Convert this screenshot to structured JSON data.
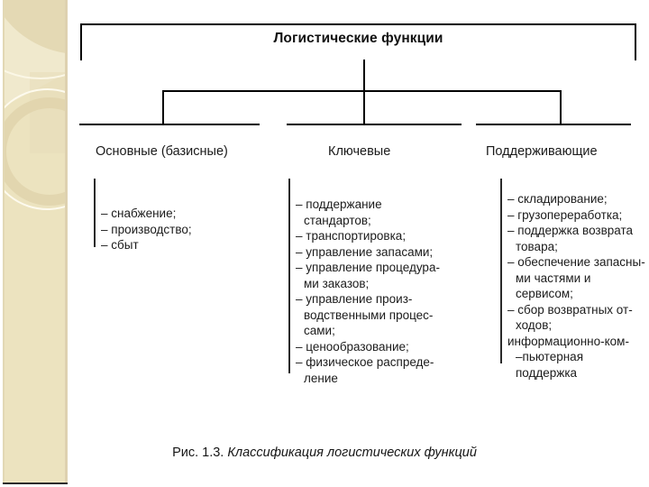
{
  "slide": {
    "background_color": "#ffffff",
    "sidebar": {
      "color": "#ece3bf",
      "accent_color": "#e4d9b4",
      "highlight_color": "#fbf7e6",
      "decor": [
        "disc-arc-top",
        "thin-white-arc",
        "thick-tan-ring",
        "diagonal-wedge"
      ]
    }
  },
  "diagram": {
    "title": "Логистические функции",
    "columns": [
      {
        "header": "Основные (базисные)",
        "items": [
          "– снабжение;",
          "– производство;",
          "– сбыт"
        ]
      },
      {
        "header": "Ключевые",
        "items": [
          "– поддержание\n   стандартов;",
          "– транспортировка;",
          "– управление запасами;",
          "– управление процедура-\nми заказов;",
          "– управление произ-\nводственными процес-\nсами;",
          "– ценообразование;",
          "– физическое распреде-\nление"
        ]
      },
      {
        "header": "Поддерживающие",
        "items": [
          "– складирование;",
          "– грузопереработка;",
          "– поддержка возврата\n   товара;",
          "– обеспечение запасны-\nми частями и сервисом;",
          "– сбор возвратных от-\nходов;",
          "   информационно-ком-\n–пьютерная поддержка"
        ]
      }
    ]
  },
  "caption": {
    "number": "Рис. 1.3.",
    "text": " Классификация логистических функций"
  }
}
